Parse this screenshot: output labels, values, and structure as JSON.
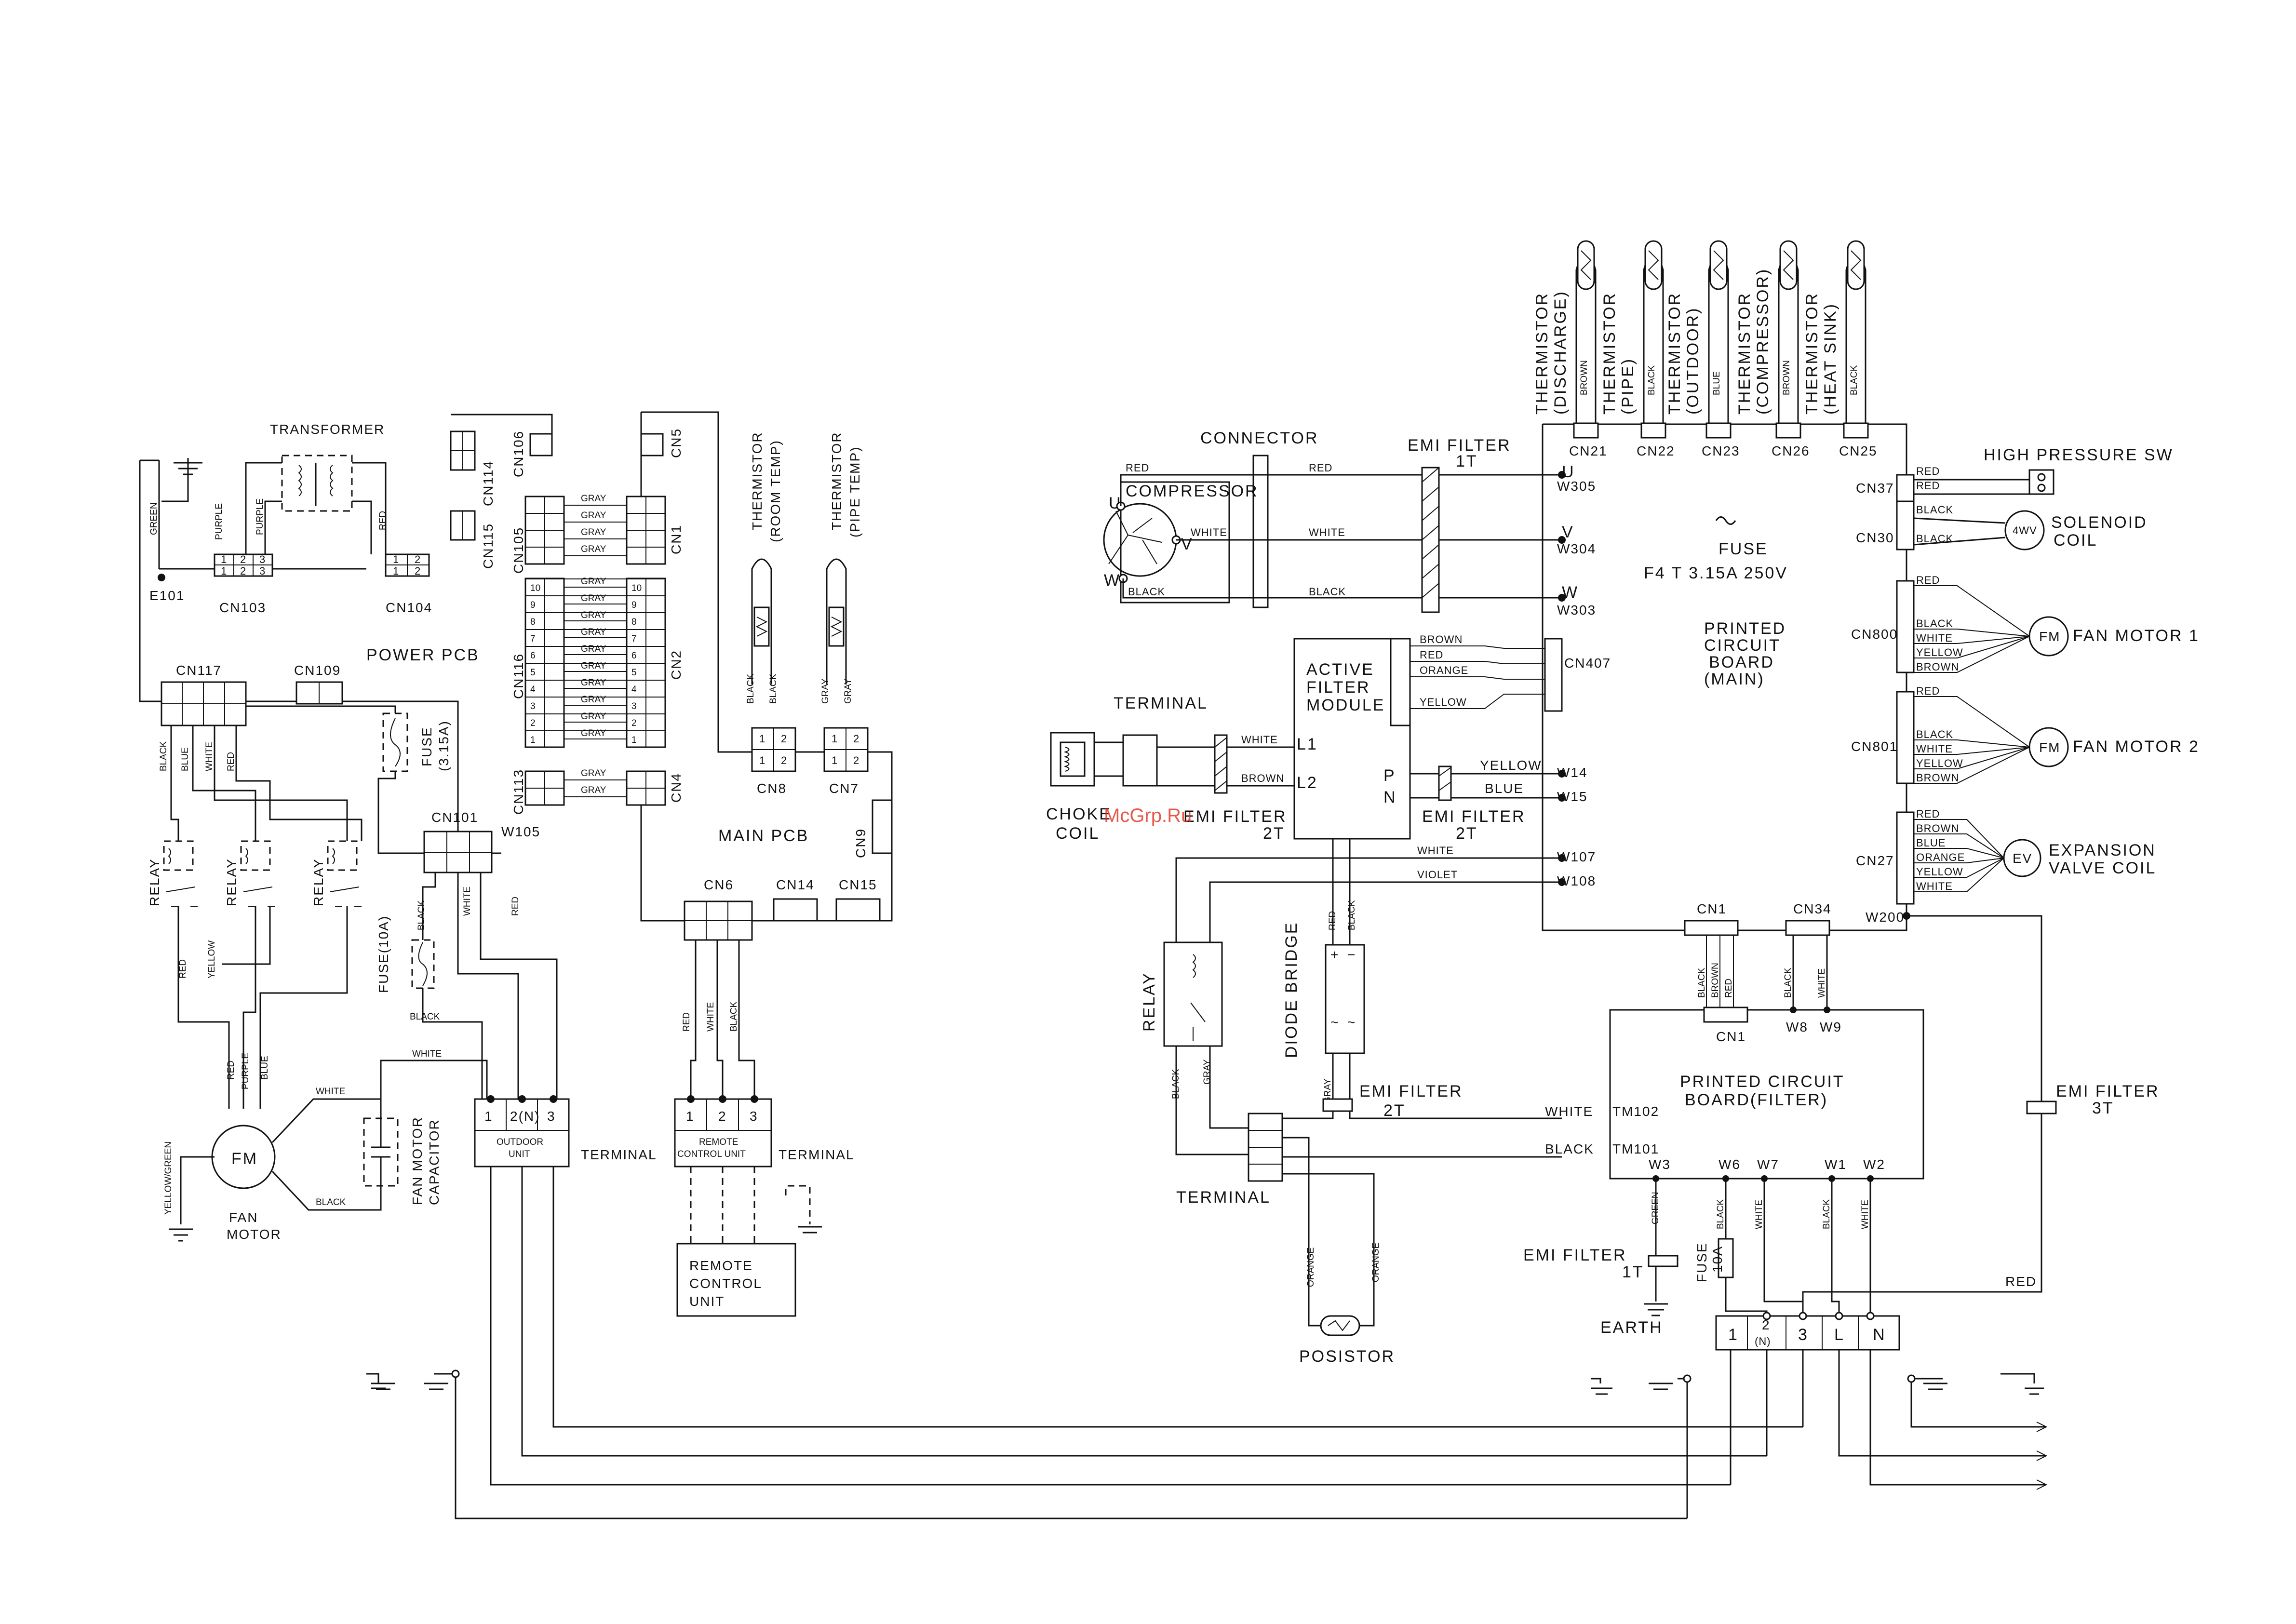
{
  "power_pcb": {
    "title": "POWER PCB",
    "transformer": "TRANSFORMER",
    "cn103": "CN103",
    "cn104": "CN104",
    "cn106": "CN106",
    "cn114": "CN114",
    "cn115": "CN115",
    "cn105": "CN105",
    "cn116": "CN116",
    "cn113": "CN113",
    "cn117": "CN117",
    "cn109": "CN109",
    "cn101": "CN101",
    "w105": "W105",
    "e101": "E101",
    "fuse": "FUSE",
    "fuse_rating": "(3.15A)",
    "fuse10": "FUSE(10A)",
    "relay": "RELAY",
    "wire_green": "GREEN",
    "wire_purple": "PURPLE",
    "wire_red": "RED",
    "wire_black": "BLACK",
    "wire_blue": "BLUE",
    "wire_white": "WHITE",
    "wire_yellow": "YELLOW",
    "wire_gray": "GRAY"
  },
  "main_pcb": {
    "title": "MAIN PCB",
    "cn1": "CN1",
    "cn2": "CN2",
    "cn4": "CN4",
    "cn5": "CN5",
    "cn6": "CN6",
    "cn7": "CN7",
    "cn8": "CN8",
    "cn9": "CN9",
    "cn14": "CN14",
    "cn15": "CN15",
    "thermistor": "THERMISTOR",
    "room_temp": "(ROOM TEMP)",
    "pipe_temp": "(PIPE TEMP)"
  },
  "fan": {
    "fm": "FM",
    "fan": "FAN",
    "motor": "MOTOR",
    "yellow_green": "YELLOW/GREEN",
    "capacitor_1": "FAN MOTOR",
    "capacitor_2": "CAPACITOR"
  },
  "terminals": {
    "outdoor_unit_1": "OUTDOOR",
    "outdoor_unit_2": "UNIT",
    "terminal": "TERMINAL",
    "remote_1": "REMOTE",
    "remote_2": "CONTROL UNIT",
    "remote_control_unit": [
      "REMOTE",
      "CONTROL",
      "UNIT"
    ],
    "n1": "1",
    "n2n": "2(N)",
    "n2": "2",
    "n3": "3"
  },
  "outdoor": {
    "connector": "CONNECTOR",
    "compressor": "COMPRESSOR",
    "emi_filter": "EMI FILTER",
    "t1": "1T",
    "t2": "2T",
    "t3": "3T",
    "u": "U",
    "v": "V",
    "w": "W",
    "w305": "W305",
    "w304": "W304",
    "w303": "W303",
    "w14": "W14",
    "w15": "W15",
    "w107": "W107",
    "w108": "W108",
    "w200": "W200",
    "active_filter": [
      "ACTIVE",
      "FILTER",
      "MODULE"
    ],
    "l1": "L1",
    "l2": "L2",
    "p": "P",
    "n": "N",
    "choke_1": "CHOKE",
    "choke_2": "COIL",
    "relay": "RELAY",
    "diode_bridge": "DIODE BRIDGE",
    "posistor": "POSISTOR",
    "earth": "EARTH",
    "cn407": "CN407",
    "cn37": "CN37",
    "cn30": "CN30",
    "cn800": "CN800",
    "cn801": "CN801",
    "cn27": "CN27",
    "cn21": "CN21",
    "cn22": "CN22",
    "cn23": "CN23",
    "cn26": "CN26",
    "cn25": "CN25",
    "cn1": "CN1",
    "cn34": "CN34",
    "fuse_sym": "FUSE",
    "fuse_val": "F4 T 3.15A 250V",
    "pcb_main": [
      "PRINTED",
      "CIRCUIT",
      "BOARD",
      "(MAIN)"
    ],
    "pcb_filter": [
      "PRINTED CIRCUIT",
      "BOARD(FILTER)"
    ],
    "tm102": "TM102",
    "tm101": "TM101",
    "w3": "W3",
    "w6": "W6",
    "w7": "W7",
    "w1": "W1",
    "w2": "W2",
    "w8": "W8",
    "w9": "W9",
    "fuse10": "FUSE",
    "fuse10_val": "10A",
    "high_pressure": "HIGH PRESSURE SW",
    "solenoid": [
      "SOLENOID",
      "COIL"
    ],
    "fourwv": "4WV",
    "fan_motor_1": "FAN MOTOR 1",
    "fan_motor_2": "FAN MOTOR 2",
    "ev": "EV",
    "expansion": [
      "EXPANSION",
      "VALVE COIL"
    ],
    "term_l": "L",
    "term_n": "N",
    "thermistors": [
      {
        "name": "THERMISTOR",
        "sub": "(DISCHARGE)",
        "wire": "BROWN"
      },
      {
        "name": "THERMISTOR",
        "sub": "(PIPE)",
        "wire": "BLACK"
      },
      {
        "name": "THERMISTOR",
        "sub": "(OUTDOOR)",
        "wire": "BLUE"
      },
      {
        "name": "THERMISTOR",
        "sub": "(COMPRESSOR)",
        "wire": "BROWN"
      },
      {
        "name": "THERMISTOR",
        "sub": "(HEAT SINK)",
        "wire": "BLACK"
      }
    ],
    "afm_wires": [
      "BROWN",
      "RED",
      "ORANGE",
      "YELLOW"
    ],
    "fan1_wires": [
      "RED",
      "BLACK",
      "WHITE",
      "YELLOW",
      "BROWN"
    ],
    "ev_wires": [
      "RED",
      "BROWN",
      "BLUE",
      "ORANGE",
      "YELLOW",
      "WHITE"
    ],
    "cn1_wires": [
      "BLACK",
      "BROWN",
      "RED"
    ],
    "wire_red": "RED",
    "wire_white": "WHITE",
    "wire_black": "BLACK",
    "wire_brown": "BROWN",
    "wire_yellow": "YELLOW",
    "wire_blue": "BLUE",
    "wire_violet": "VIOLET",
    "wire_gray": "GRAY",
    "wire_orange": "ORANGE",
    "wire_green": "GREEN"
  },
  "watermark": "McGrp.Ru"
}
